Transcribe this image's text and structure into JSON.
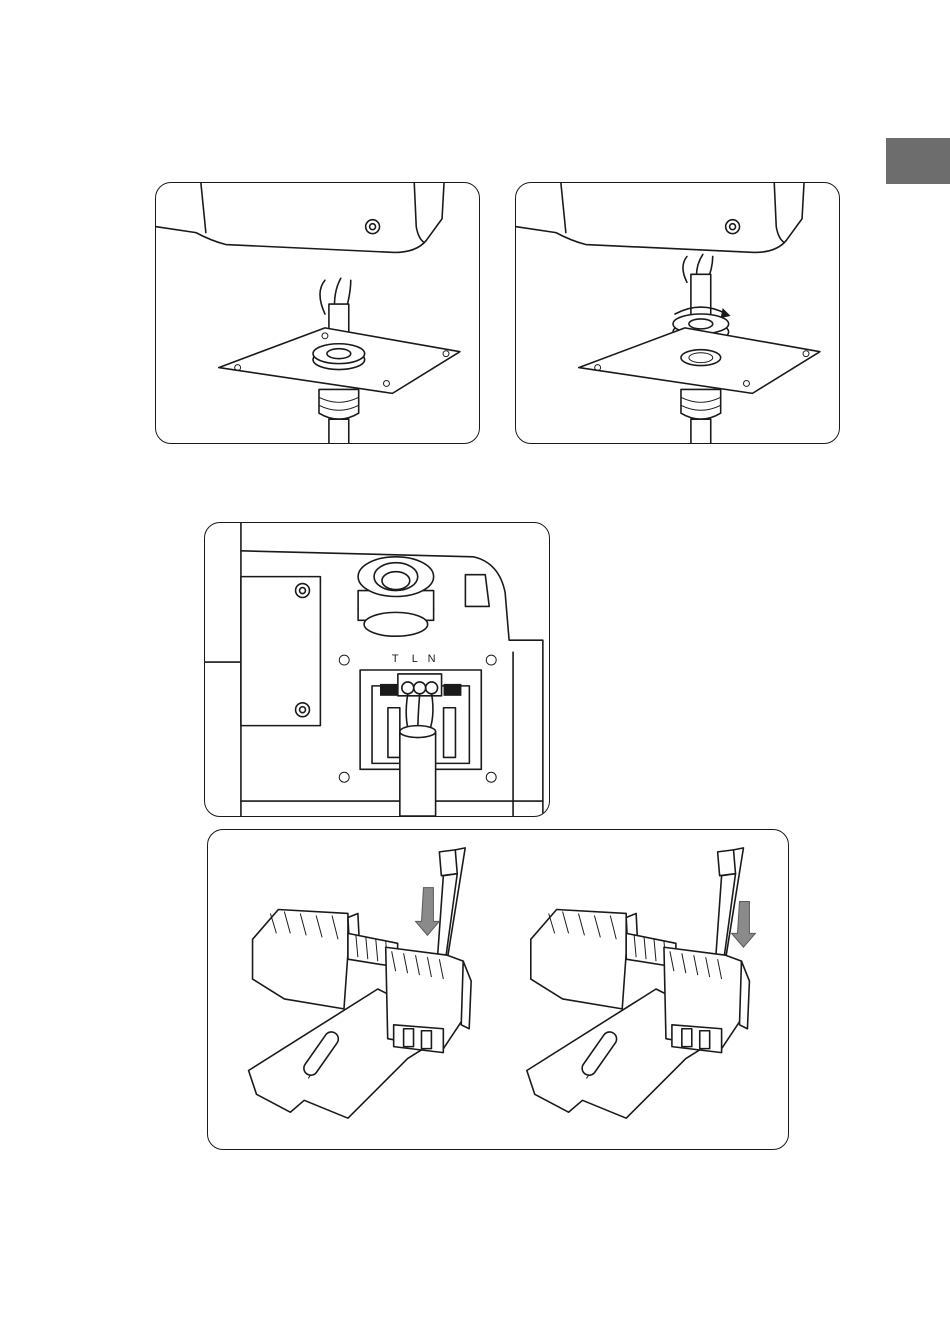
{
  "tab": {
    "color": "#6d6d6d"
  },
  "terminals": {
    "t_label": "T",
    "l_label": "L",
    "n_label": "N"
  },
  "illustrations": [
    {
      "id": "cable-through-plate",
      "icon": "cable-gland-plate-icon"
    },
    {
      "id": "gland-nut-tighten",
      "icon": "gland-nut-rotate-icon"
    },
    {
      "id": "terminal-block-wiring",
      "icon": "terminal-block-icon"
    },
    {
      "id": "din-rail-release",
      "icon": "screwdriver-push-icon"
    }
  ],
  "colors": {
    "line": "#1a1a1a",
    "arrow": "#8a8a8a"
  }
}
